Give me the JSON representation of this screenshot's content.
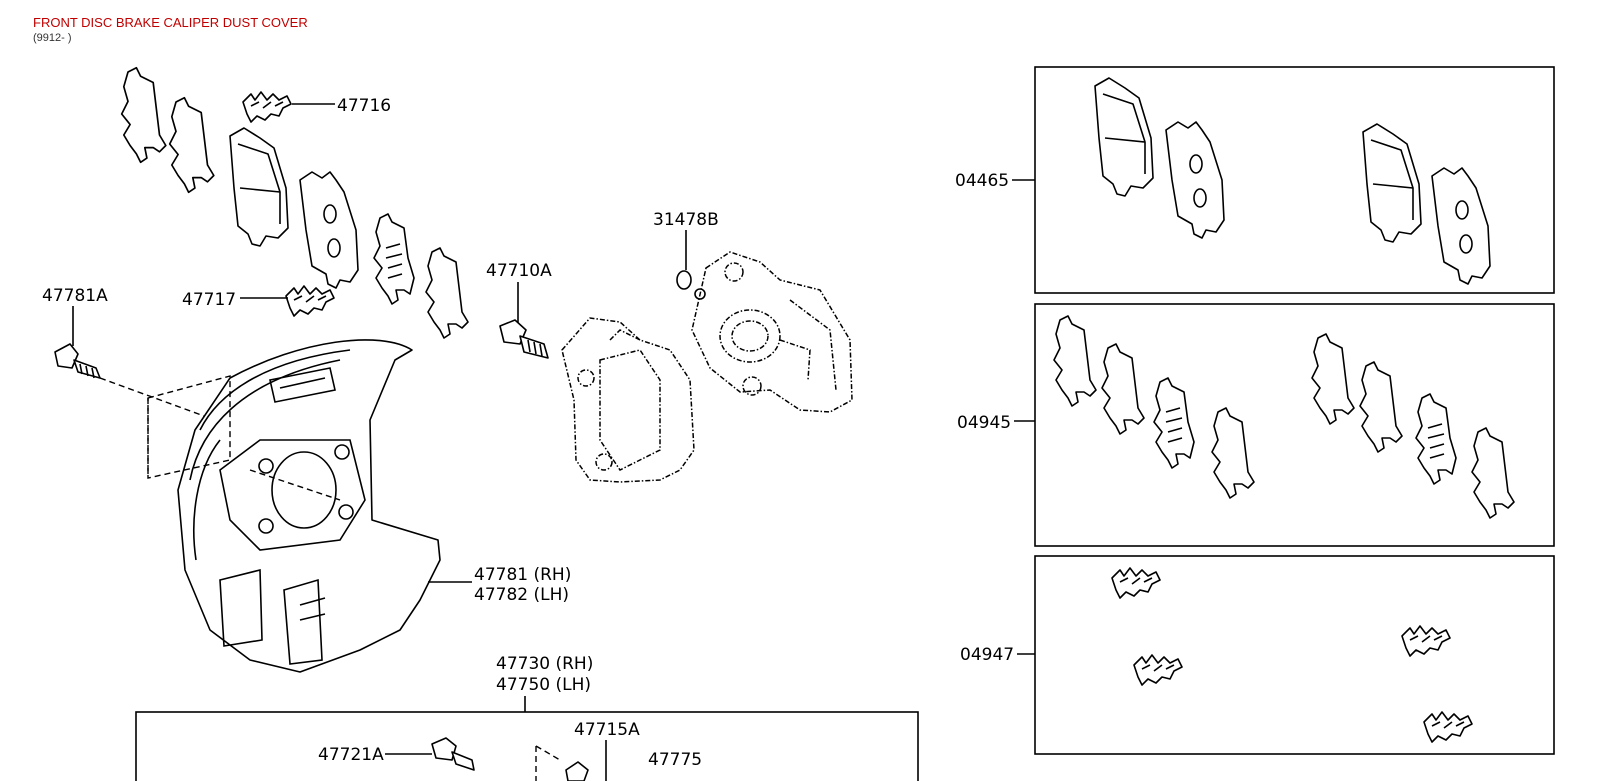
{
  "header": {
    "title": "FRONT DISC BRAKE CALIPER DUST COVER",
    "subtitle": "(9912- )"
  },
  "labels": {
    "p47716": "47716",
    "p47717": "47717",
    "p47781a": "47781A",
    "p47710a": "47710A",
    "p31478b": "31478B",
    "p47781rh": "47781 (RH)",
    "p47782lh": "47782 (LH)",
    "p47730rh": "47730 (RH)",
    "p47750lh": "47750 (LH)",
    "p47715a": "47715A",
    "p47721a": "47721A",
    "p47775": "47775",
    "k04465": "04465",
    "k04945": "04945",
    "k04947": "04947"
  }
}
